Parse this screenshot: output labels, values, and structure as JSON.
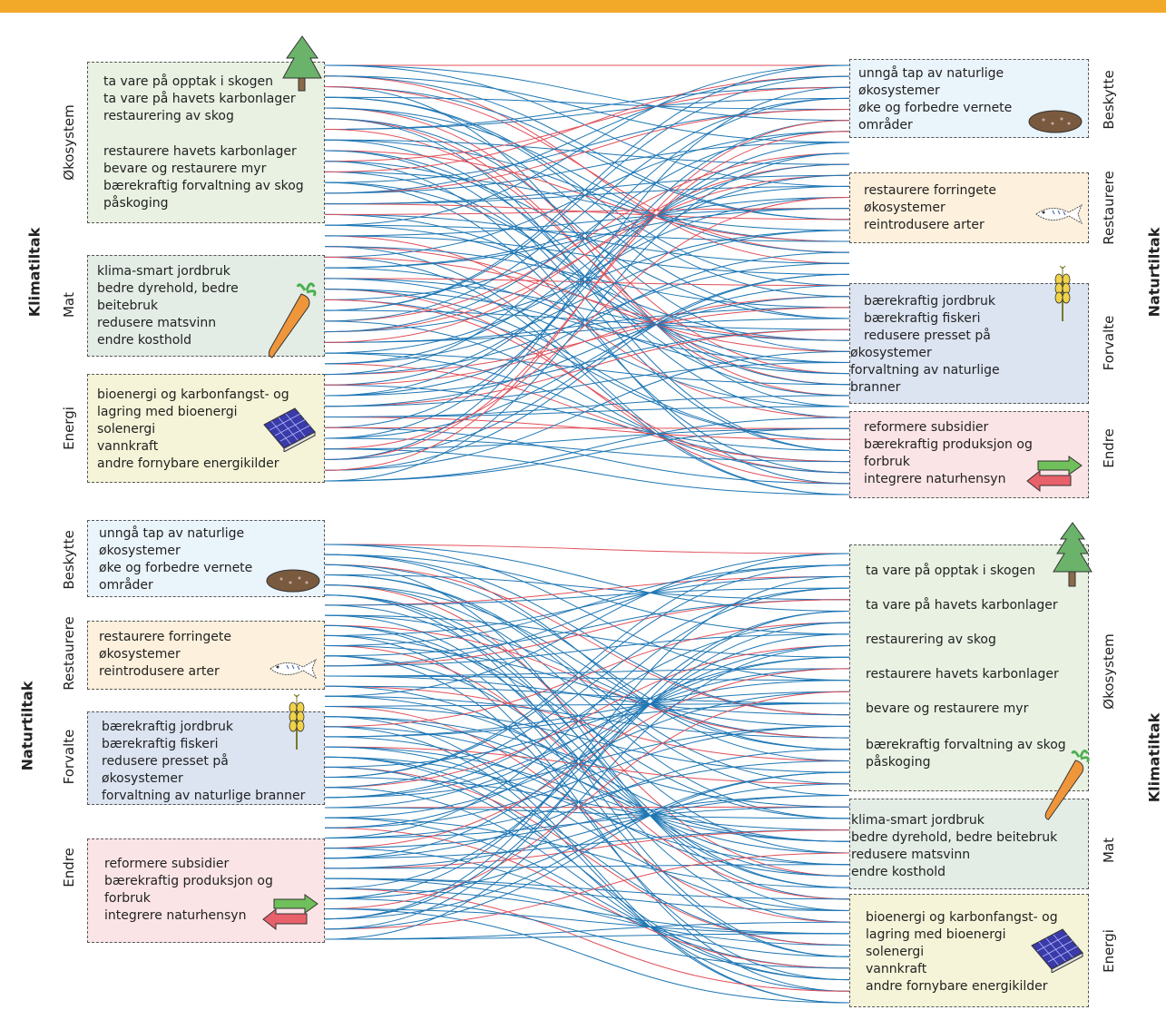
{
  "colors": {
    "top_bar": "#f2a92a",
    "synergy_line": "#1f77b4",
    "conflict_line": "#e0505a",
    "okosystem_bg": "#e9f1e2",
    "mat_bg": "#e3ede6",
    "energi_bg": "#f5f4d8",
    "beskytte_bg": "#eaf4fb",
    "restaurere_bg": "#fdf0dc",
    "forvalte_bg": "#dce4f2",
    "endre_bg": "#fbe4e6"
  },
  "top": {
    "left_title": "Klimatiltak",
    "right_title": "Naturtiltak",
    "left_groups": [
      {
        "label": "Økosystem",
        "items": [
          "ta vare på opptak i skogen",
          "ta vare på havets karbonlager",
          "restaurering av skog",
          "restaurere havets karbonlager",
          "bevare og restaurere myr",
          "bærekraftig forvaltning av skog",
          "påskoging"
        ],
        "icon": "tree-icon"
      },
      {
        "label": "Mat",
        "items": [
          "klima-smart jordbruk",
          "bedre dyrehold, bedre",
          "beitebruk",
          "redusere matsvinn",
          "endre kosthold"
        ],
        "icon": "carrot-icon"
      },
      {
        "label": "Energi",
        "items": [
          "bioenergi og karbonfangst- og",
          "lagring med bioenergi",
          "solenergi",
          "vannkraft",
          "andre fornybare energikilder"
        ],
        "icon": "solar-panel-icon"
      }
    ],
    "right_groups": [
      {
        "label": "Beskytte",
        "items": [
          "unngå tap av naturlige",
          "økosystemer",
          "øke og forbedre vernete",
          "områder"
        ],
        "icon": "soil-icon"
      },
      {
        "label": "Restaurere",
        "items": [
          "restaurere forringete",
          "økosystemer",
          "reintrodusere arter"
        ],
        "icon": "fish-icon"
      },
      {
        "label": "Forvalte",
        "items": [
          "bærekraftig jordbruk",
          "bærekraftig fiskeri",
          "redusere presset på",
          "økosystemer",
          "forvaltning av naturlige",
          "branner"
        ],
        "icon": "wheat-icon"
      },
      {
        "label": "Endre",
        "items": [
          "reformere subsidier",
          "bærekraftig produksjon og",
          "forbruk",
          "integrere naturhensyn"
        ],
        "icon": "arrows-icon"
      }
    ]
  },
  "bottom": {
    "left_title": "Naturtiltak",
    "right_title": "Klimatiltak",
    "left_groups": [
      {
        "label": "Beskytte",
        "items": [
          "unngå tap av naturlige",
          "økosystemer",
          "øke og forbedre vernete",
          "områder"
        ],
        "icon": "soil-icon"
      },
      {
        "label": "Restaurere",
        "items": [
          "restaurere forringete",
          "økosystemer",
          "reintrodusere arter"
        ],
        "icon": "fish-icon"
      },
      {
        "label": "Forvalte",
        "items": [
          "bærekraftig jordbruk",
          "bærekraftig fiskeri",
          "redusere presset på",
          "økosystemer",
          "forvaltning av naturlige branner"
        ],
        "icon": "wheat-icon"
      },
      {
        "label": "Endre",
        "items": [
          "reformere subsidier",
          "bærekraftig produksjon og",
          "forbruk",
          "integrere naturhensyn"
        ],
        "icon": "arrows-icon"
      }
    ],
    "right_groups": [
      {
        "label": "Økosystem",
        "items": [
          "ta vare på opptak i skogen",
          "ta vare på havets karbonlager",
          "restaurering av skog",
          "restaurere havets karbonlager",
          "bevare og restaurere myr",
          "bærekraftig forvaltning av skog",
          "påskoging"
        ],
        "icon": "tree-icon"
      },
      {
        "label": "Mat",
        "items": [
          "klima-smart jordbruk",
          "bedre dyrehold, bedre beitebruk",
          "redusere matsvinn",
          "endre kosthold"
        ],
        "icon": "carrot-icon"
      },
      {
        "label": "Energi",
        "items": [
          "bioenergi og karbonfangst- og",
          "lagring med bioenergi",
          "solenergi",
          "vannkraft",
          "andre fornybare energikilder"
        ],
        "icon": "solar-panel-icon"
      }
    ]
  }
}
